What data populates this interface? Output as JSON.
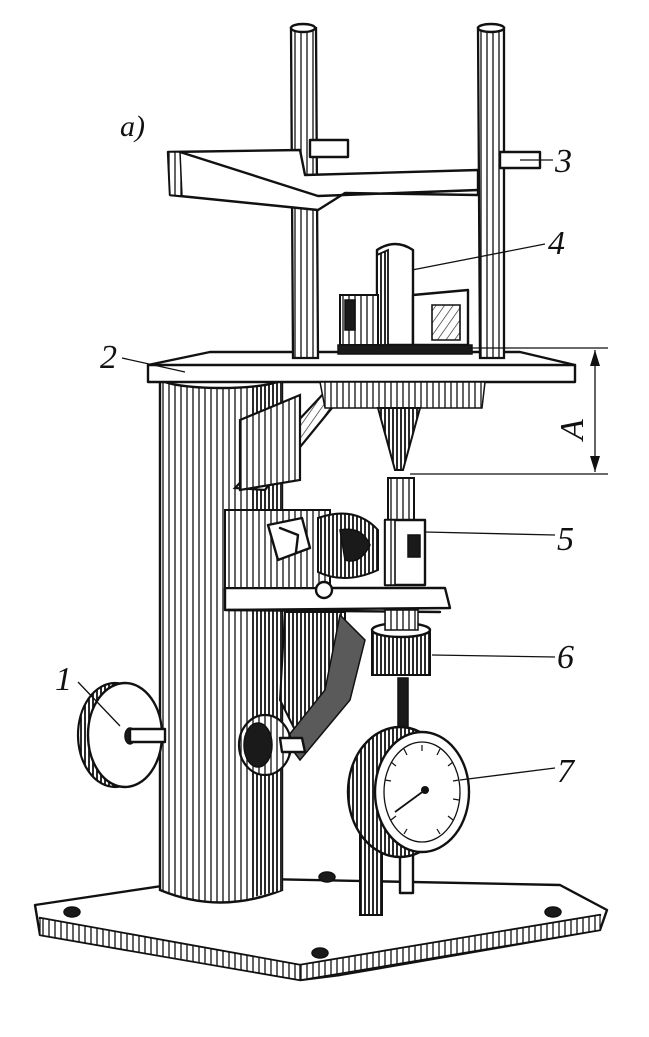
{
  "figure": {
    "sub_label": "a)",
    "labels": [
      "1",
      "2",
      "3",
      "4",
      "5",
      "6",
      "7"
    ],
    "dimension_label": "A"
  }
}
